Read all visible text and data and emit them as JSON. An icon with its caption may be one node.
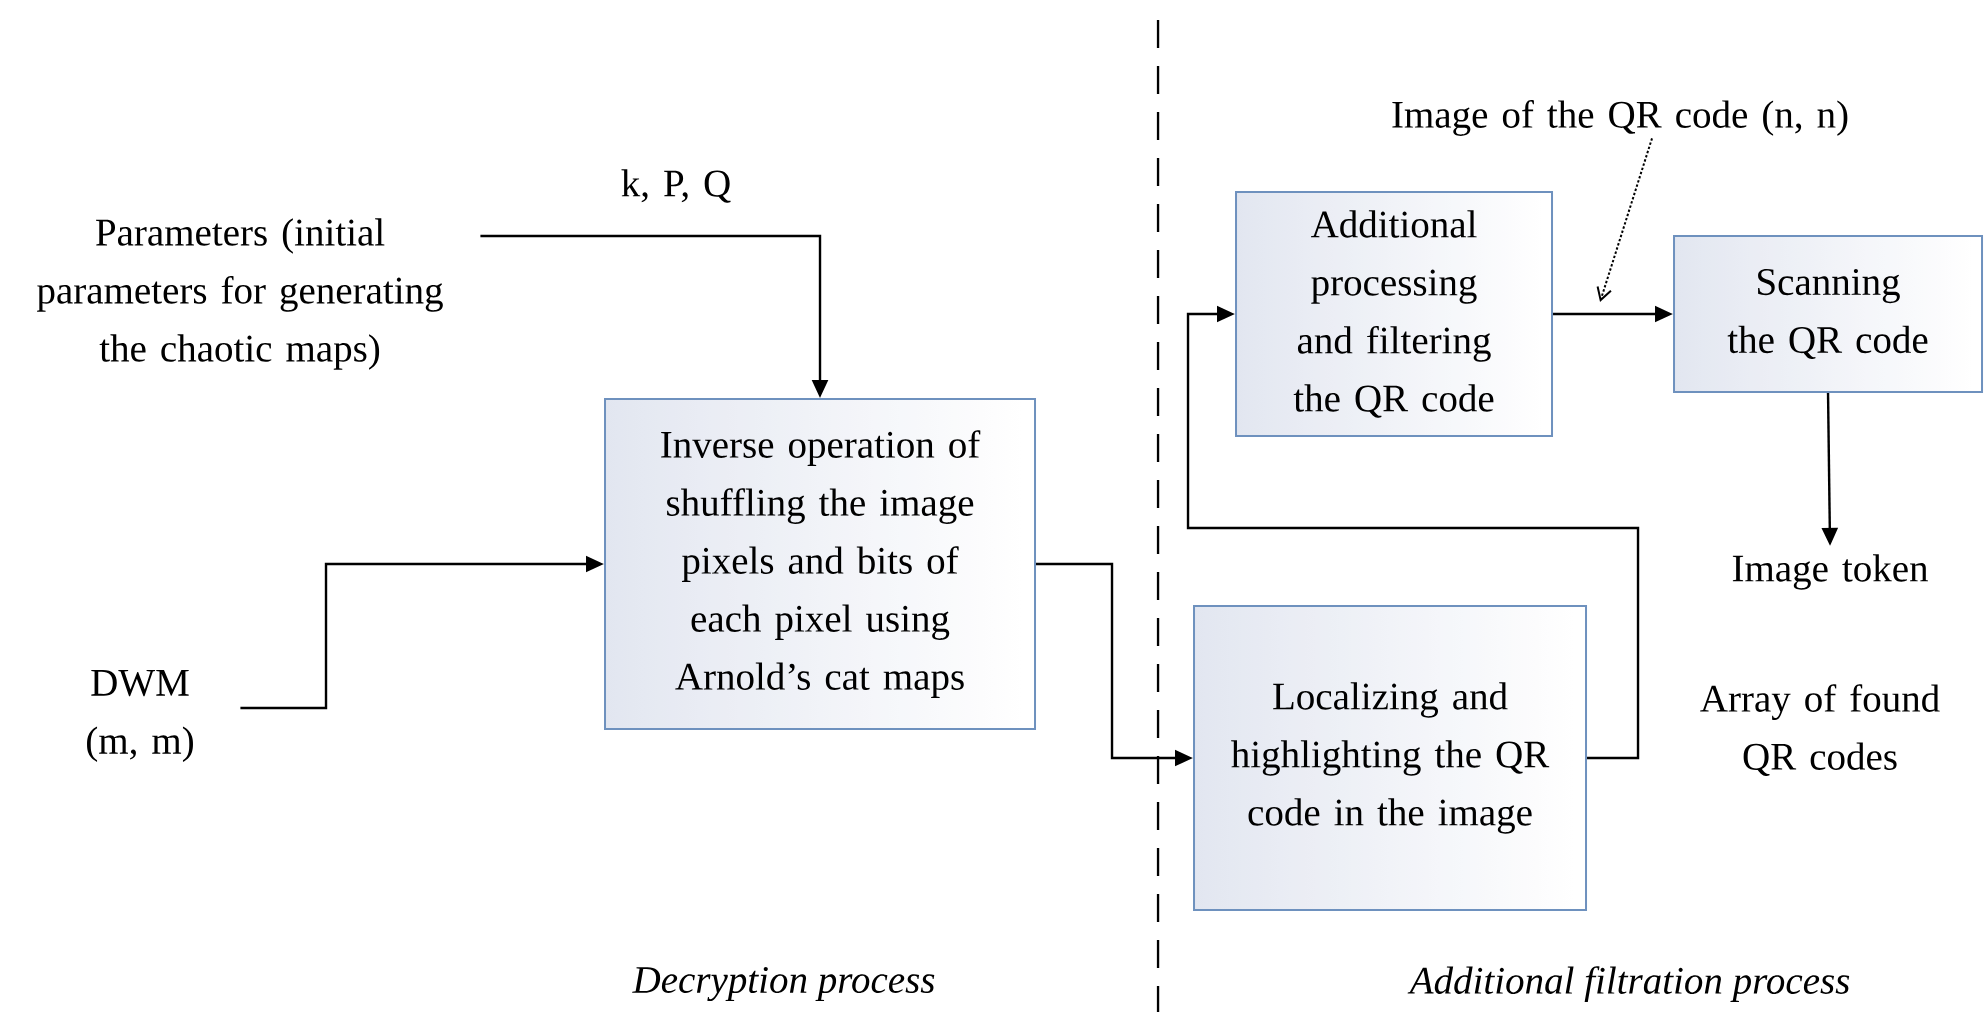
{
  "diagram": {
    "nodes": [
      {
        "text": [
          "Parameters (initial parameters for generating the chaotic maps)"
        ]
      },
      {
        "text": [
          "DWM (m, m)"
        ]
      },
      {
        "text": [
          "Inverse operation of shuffling the image pixels and bits of each pixel using Arnold’s cat maps"
        ]
      },
      {
        "text": [
          "Localizing and highlighting the QR code in the image"
        ]
      },
      {
        "text": [
          "Additional processing and filtering the QR code"
        ]
      },
      {
        "text": [
          "Scanning the QR code"
        ]
      },
      {
        "text": [
          "Image token"
        ]
      },
      {
        "text": [
          "Image of the QR code (n, n)"
        ]
      }
    ],
    "edges": [
      {
        "from": 0,
        "to": 2,
        "arrow": "to",
        "label": "k, P, Q"
      },
      {
        "from": 1,
        "to": 2,
        "arrow": "to"
      },
      {
        "from": 2,
        "to": 3,
        "arrow": "to"
      },
      {
        "from": 3,
        "to": 4,
        "arrow": "to",
        "label": "Array of found QR codes"
      },
      {
        "from": 4,
        "to": 5,
        "arrow": "to"
      },
      {
        "from": 5,
        "to": 6,
        "arrow": "to"
      },
      {
        "from": 7,
        "to": null,
        "arrow": "to",
        "style": "dashed"
      }
    ],
    "labels": [
      "Decryption process",
      "Additional  filtration process"
    ]
  }
}
